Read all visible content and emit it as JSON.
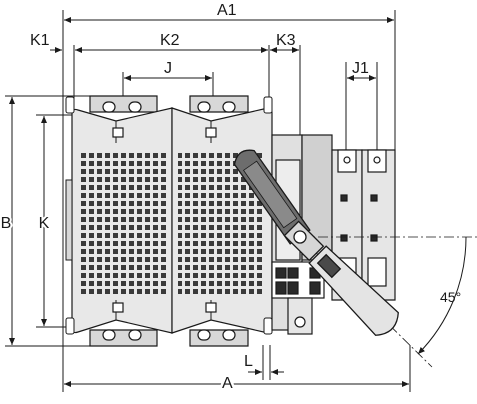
{
  "dimensions": {
    "A1": "A1",
    "K1": "K1",
    "K2": "K2",
    "K3": "K3",
    "J": "J",
    "J1": "J1",
    "B": "B",
    "K": "K",
    "L": "L",
    "A": "A"
  },
  "angle": {
    "label": "45°",
    "degrees": 45
  },
  "colors": {
    "line": "#1a1a1a",
    "body": "#e8e8e8",
    "body_dark": "#cfcfcf",
    "bracket": "#bdbdbd",
    "handle": "#6d6d6d",
    "handle_grip": "#4a4a4a"
  }
}
